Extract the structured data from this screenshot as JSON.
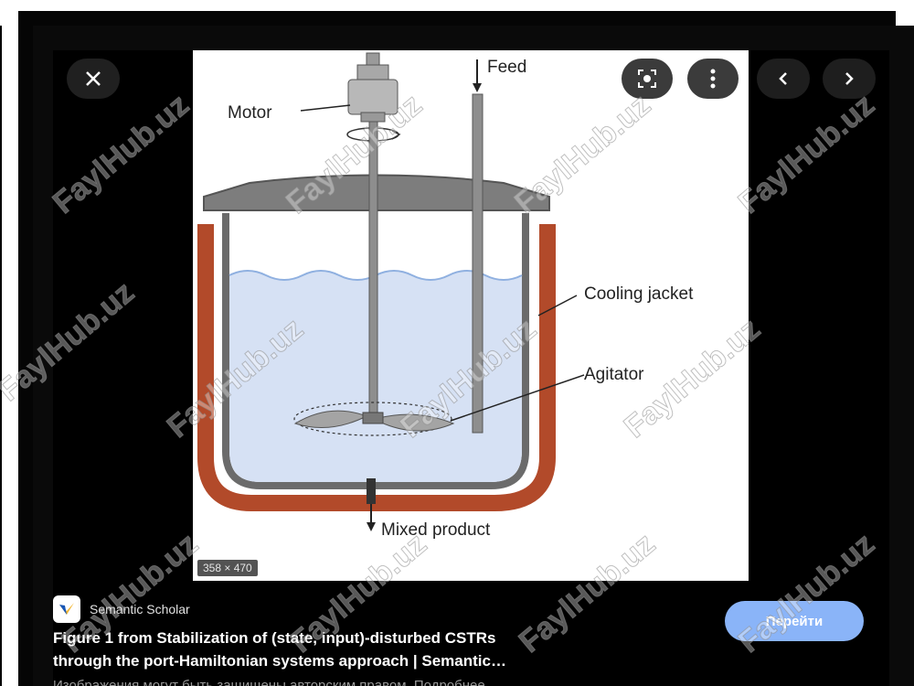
{
  "diagram": {
    "labels": {
      "motor": "Motor",
      "feed": "Feed",
      "cooling_jacket": "Cooling jacket",
      "agitator": "Agitator",
      "mixed_product": "Mixed product"
    }
  },
  "viewer": {
    "image_dimensions": "358 × 470",
    "controls": {
      "close_icon": "close-icon",
      "lens_icon": "lens-icon",
      "more_icon": "more-vertical-icon",
      "prev_icon": "chevron-left-icon",
      "next_icon": "chevron-right-icon"
    }
  },
  "result": {
    "source": "Semantic Scholar",
    "title_line1": "Figure 1 from Stabilization of (state, input)-disturbed CSTRs",
    "title_line2": "through the port-Hamiltonian systems approach | Semantic…",
    "caption": "Изображения могут быть защищены авторским правом. Подробнее",
    "go_button": "Перейти"
  },
  "watermark": {
    "text": "FaylHub.uz"
  },
  "colors": {
    "accent": "#8ab4f8",
    "jacket": "#b24a2a",
    "liquid": "#d6e1f4"
  }
}
